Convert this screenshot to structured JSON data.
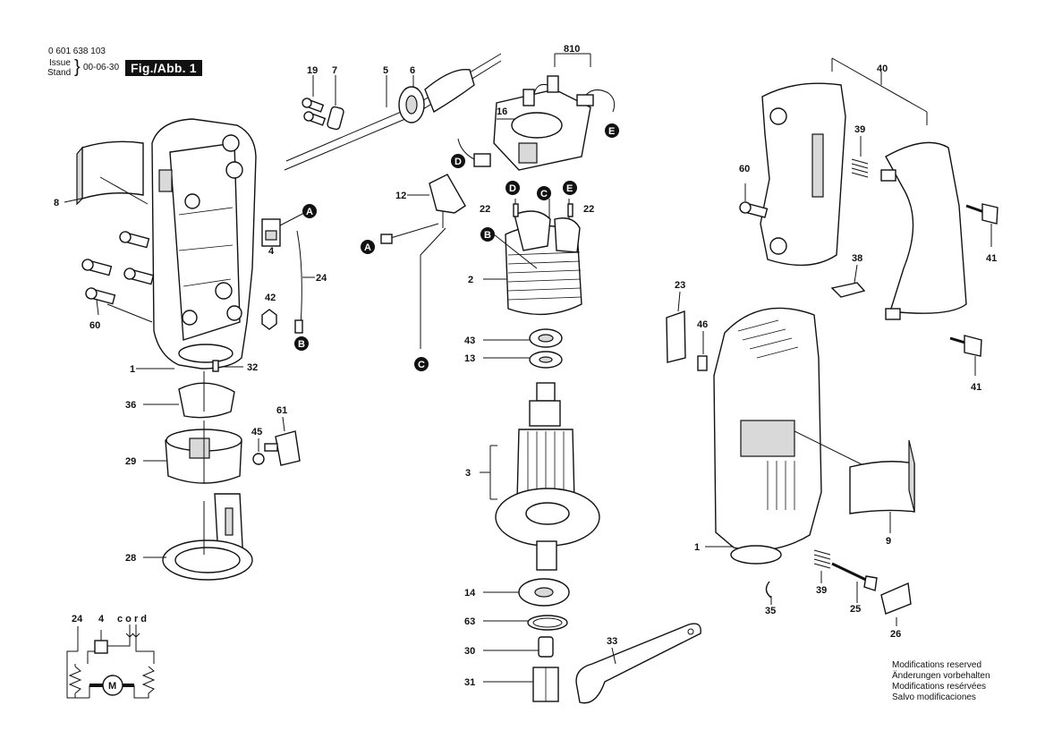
{
  "header": {
    "part_number": "0 601 638 103",
    "issue_label": "Issue",
    "stand_label": "Stand",
    "date": "00-06-30",
    "figure": "Fig./Abb. 1"
  },
  "labels": {
    "l19": "19",
    "l7": "7",
    "l5": "5",
    "l6": "6",
    "l810": "810",
    "l16": "16",
    "l40": "40",
    "l39a": "39",
    "l60a": "60",
    "l8": "8",
    "l12": "12",
    "l22a": "22",
    "l22b": "22",
    "l4": "4",
    "l24": "24",
    "l42": "42",
    "l60b": "60",
    "l41a": "41",
    "l41b": "41",
    "l2": "2",
    "l38": "38",
    "l23": "23",
    "l46": "46",
    "l43": "43",
    "l13": "13",
    "l1a": "1",
    "l32": "32",
    "l36": "36",
    "l61": "61",
    "l45": "45",
    "l29": "29",
    "l3": "3",
    "l9": "9",
    "l28": "28",
    "l1b": "1",
    "l39b": "39",
    "l14": "14",
    "l35": "35",
    "l25": "25",
    "l26": "26",
    "l63": "63",
    "l33": "33",
    "l30": "30",
    "l31": "31"
  },
  "connectors": {
    "A1": "A",
    "A2": "A",
    "B1": "B",
    "B2": "B",
    "C1": "C",
    "C2": "C",
    "D1": "D",
    "D2": "D",
    "E1": "E",
    "E2": "E"
  },
  "schematic": {
    "label_24": "24",
    "label_4": "4",
    "label_cord": "c o r d",
    "motor": "M"
  },
  "notes": [
    "Modifications reserved",
    "Änderungen vorbehalten",
    "Modifications resérvées",
    "Salvo modificaciones"
  ]
}
